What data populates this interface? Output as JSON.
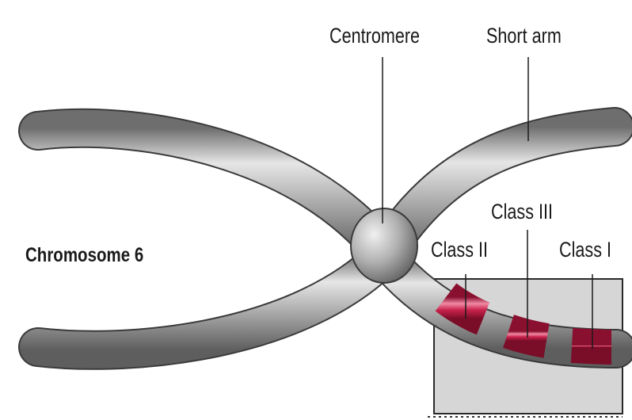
{
  "diagram": {
    "chromosome_label": "Chromosome 6",
    "centromere_label": "Centromere",
    "short_arm_label": "Short arm",
    "class_labels": {
      "class_ii": "Class II",
      "class_iii": "Class III",
      "class_i": "Class I"
    },
    "colors": {
      "arm": "#9c9c9c",
      "band": "#c21f47",
      "highlight_box": "#d4d4d4",
      "line": "#222222"
    }
  }
}
